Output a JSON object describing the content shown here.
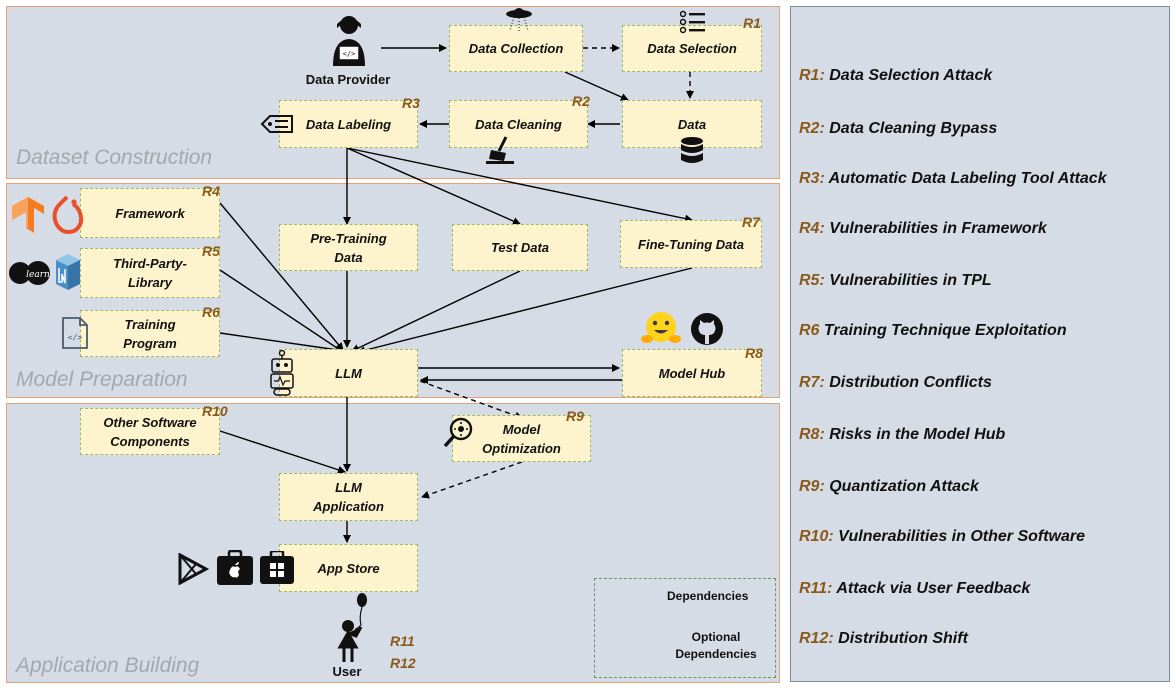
{
  "sections": {
    "dataset": "Dataset Construction",
    "model": "Model Preparation",
    "application": "Application Building"
  },
  "nodes": {
    "data_provider": "Data Provider",
    "data_collection": "Data Collection",
    "data_selection": "Data Selection",
    "data": "Data",
    "data_cleaning": "Data Cleaning",
    "data_labeling": "Data Labeling",
    "framework": "Framework",
    "third_party_library": "Third-Party-\nLibrary",
    "training_program": "Training\nProgram",
    "pre_training_data": "Pre-Training\nData",
    "test_data": "Test Data",
    "fine_tuning_data": "Fine-Tuning Data",
    "llm": "LLM",
    "model_hub": "Model Hub",
    "other_software": "Other Software\nComponents",
    "model_optimization": "Model\nOptimization",
    "llm_application": "LLM\nApplication",
    "app_store": "App Store",
    "user": "User"
  },
  "tags": {
    "r1": "R1",
    "r2": "R2",
    "r3": "R3",
    "r4": "R4",
    "r5": "R5",
    "r6": "R6",
    "r7": "R7",
    "r8": "R8",
    "r9": "R9",
    "r10": "R10",
    "r11": "R11",
    "r12": "R12"
  },
  "risks": [
    {
      "code": "R1:",
      "text": "Data Selection Attack"
    },
    {
      "code": "R2:",
      "text": "Data Cleaning Bypass"
    },
    {
      "code": "R3:",
      "text": "Automatic Data Labeling Tool Attack"
    },
    {
      "code": "R4:",
      "text": "Vulnerabilities in Framework"
    },
    {
      "code": "R5:",
      "text": "Vulnerabilities in TPL"
    },
    {
      "code": "R6",
      "text": "Training Technique Exploitation"
    },
    {
      "code": "R7:",
      "text": "Distribution Conflicts"
    },
    {
      "code": "R8:",
      "text": "Risks in the Model Hub"
    },
    {
      "code": "R9:",
      "text": "Quantization Attack"
    },
    {
      "code": "R10:",
      "text": "Vulnerabilities in Other Software"
    },
    {
      "code": "R11:",
      "text": "Attack via User Feedback"
    },
    {
      "code": "R12:",
      "text": "Distribution Shift"
    }
  ],
  "legend": {
    "dependencies": "Dependencies",
    "optional": "Optional\nDependencies"
  },
  "icons": {
    "provider": "person-laptop-icon",
    "ufo": "ufo-icon",
    "list": "list-icon",
    "database": "database-icon",
    "broom": "broom-icon",
    "label": "tag-icon",
    "tensorflow": "tensorflow-logo",
    "pytorch": "pytorch-logo",
    "sklearn": "sklearn-logo",
    "numpy": "numpy-logo",
    "code_file": "code-file-icon",
    "robot": "robot-icon",
    "huggingface": "huggingface-logo",
    "github": "github-logo",
    "search_gear": "search-gear-icon",
    "play_store": "play-store-icon",
    "apple_store": "apple-store-icon",
    "windows_store": "windows-store-icon",
    "user_balloon": "user-balloon-icon"
  },
  "colors": {
    "panel": "#d6dce5",
    "box_fill": "#fdf4cd",
    "risk_code": "#8a5a1c",
    "panel_border": "#e8a27a"
  }
}
